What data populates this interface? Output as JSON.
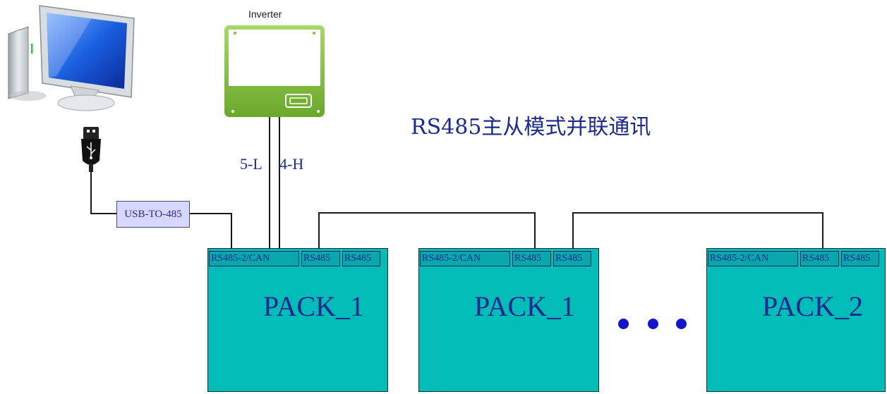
{
  "title": "RS485主从模式并联通讯",
  "inverter": {
    "label": "Inverter"
  },
  "wires": {
    "low": "5-L",
    "high": "4-H"
  },
  "converter": {
    "label": "USB-TO-485"
  },
  "packs": [
    {
      "name": "PACK_1",
      "ports": [
        "RS485-2/CAN",
        "RS485",
        "RS485"
      ]
    },
    {
      "name": "PACK_1",
      "ports": [
        "RS485-2/CAN",
        "RS485",
        "RS485"
      ]
    },
    {
      "name": "PACK_2",
      "ports": [
        "RS485-2/CAN",
        "RS485",
        "RS485"
      ]
    }
  ],
  "icons": [
    "computer-icon",
    "usb-plug-icon",
    "inverter-icon",
    "ellipsis-dots"
  ],
  "colors": {
    "pack_fill": "#03bcb9",
    "port_fill": "#0aa6ad",
    "text_blue": "#1c2a8c",
    "inverter_green": "#8cc63f",
    "converter_fill": "#d6d7ff",
    "dots": "#1414c8"
  }
}
